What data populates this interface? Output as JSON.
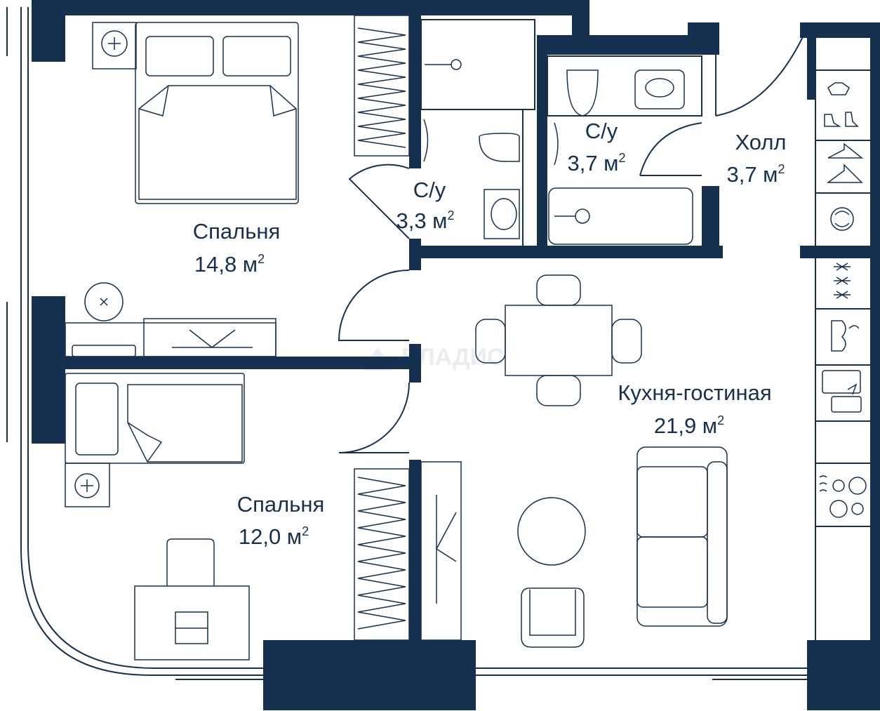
{
  "colors": {
    "wall": "#16314f",
    "line": "#16314f",
    "background": "#ffffff",
    "watermark": "#d9dde3"
  },
  "rooms": {
    "bedroom1": {
      "name": "Спальня",
      "area": "14,8 м",
      "unit_power": "2"
    },
    "bath1": {
      "name": "С/у",
      "area": "3,3 м",
      "unit_power": "2"
    },
    "bath2": {
      "name": "С/у",
      "area": "3,7 м",
      "unit_power": "2"
    },
    "hall": {
      "name": "Холл",
      "area": "3,7 м",
      "unit_power": "2"
    },
    "kitchen": {
      "name": "Кухня-гостиная",
      "area": "21,9 м",
      "unit_power": "2"
    },
    "bedroom2": {
      "name": "Спальня",
      "area": "12,0 м",
      "unit_power": "2"
    }
  },
  "watermark": {
    "text": "ВЛАДИС"
  }
}
